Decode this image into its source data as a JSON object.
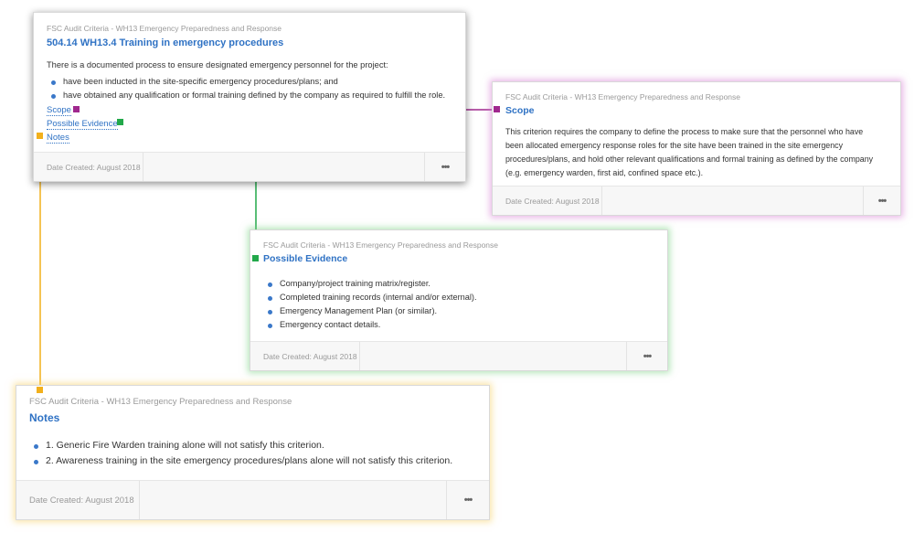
{
  "main_card": {
    "breadcrumb": "FSC Audit Criteria - WH13 Emergency Preparedness and Response",
    "title": "504.14 WH13.4 Training in emergency procedures",
    "intro": "There is a documented process to ensure designated emergency personnel for the project:",
    "bullets": [
      "have been inducted in the site-specific emergency procedures/plans; and",
      "have obtained any qualification or formal training defined by the company as required to fulfill the role."
    ],
    "links": {
      "scope": "Scope",
      "evidence": "Possible Evidence",
      "notes": "Notes"
    },
    "date": "Date Created: August 2018",
    "more": "•••"
  },
  "scope_card": {
    "breadcrumb": "FSC Audit Criteria - WH13 Emergency Preparedness and Response",
    "title": "Scope",
    "lines": [
      "This criterion requires the company to define the process to make sure that the personnel who have",
      "been allocated emergency response roles for the site have been trained in the site emergency",
      "procedures/plans, and hold other relevant qualifications and formal training as defined by the company",
      "(e.g. emergency warden, first aid, confined space etc.)."
    ],
    "date": "Date Created: August 2018",
    "more": "•••"
  },
  "evidence_card": {
    "breadcrumb": "FSC Audit Criteria - WH13 Emergency Preparedness and Response",
    "title": "Possible Evidence",
    "bullets": [
      "Company/project training matrix/register.",
      "Completed training records (internal and/or external).",
      "Emergency Management Plan (or similar).",
      "Emergency contact details."
    ],
    "date": "Date Created: August 2018",
    "more": "•••"
  },
  "notes_card": {
    "breadcrumb": "FSC Audit Criteria - WH13 Emergency Preparedness and Response",
    "title": "Notes",
    "bullets": [
      "1. Generic Fire Warden training alone will not satisfy this criterion.",
      "2. Awareness training in the site emergency procedures/plans alone will not satisfy this criterion."
    ],
    "date": "Date Created: August 2018",
    "more": "•••"
  },
  "colors": {
    "scope_connector": "#a0288e",
    "evidence_connector": "#22a84a",
    "notes_connector": "#f2b01c",
    "link_blue": "#2f72c4"
  }
}
